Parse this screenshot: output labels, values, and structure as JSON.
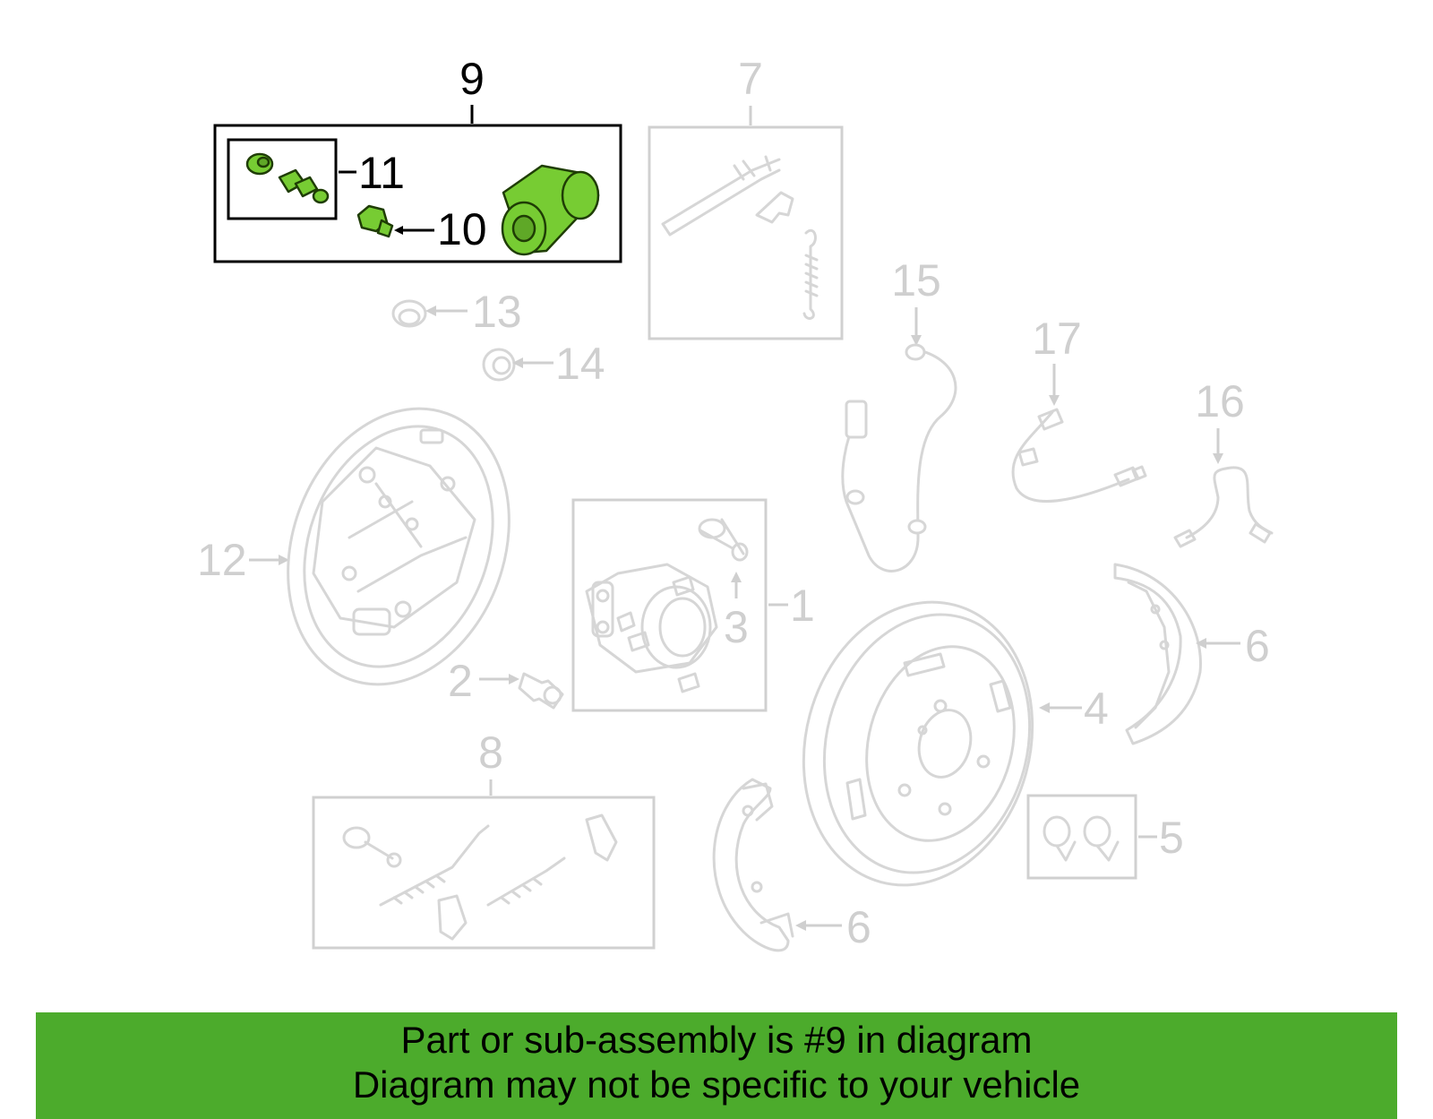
{
  "diagram": {
    "highlight_color": "#77cc33",
    "callouts": {
      "c1": "1",
      "c2": "2",
      "c3": "3",
      "c4": "4",
      "c5": "5",
      "c6a": "6",
      "c6b": "6",
      "c7": "7",
      "c8": "8",
      "c9": "9",
      "c10": "10",
      "c11": "11",
      "c12": "12",
      "c13": "13",
      "c14": "14",
      "c15": "15",
      "c16": "16",
      "c17": "17"
    },
    "highlighted_part": "9"
  },
  "footer": {
    "background": "#4cab2c",
    "line1": "Part or sub-assembly is #9 in diagram",
    "line2": "Diagram may not be specific to your vehicle"
  }
}
